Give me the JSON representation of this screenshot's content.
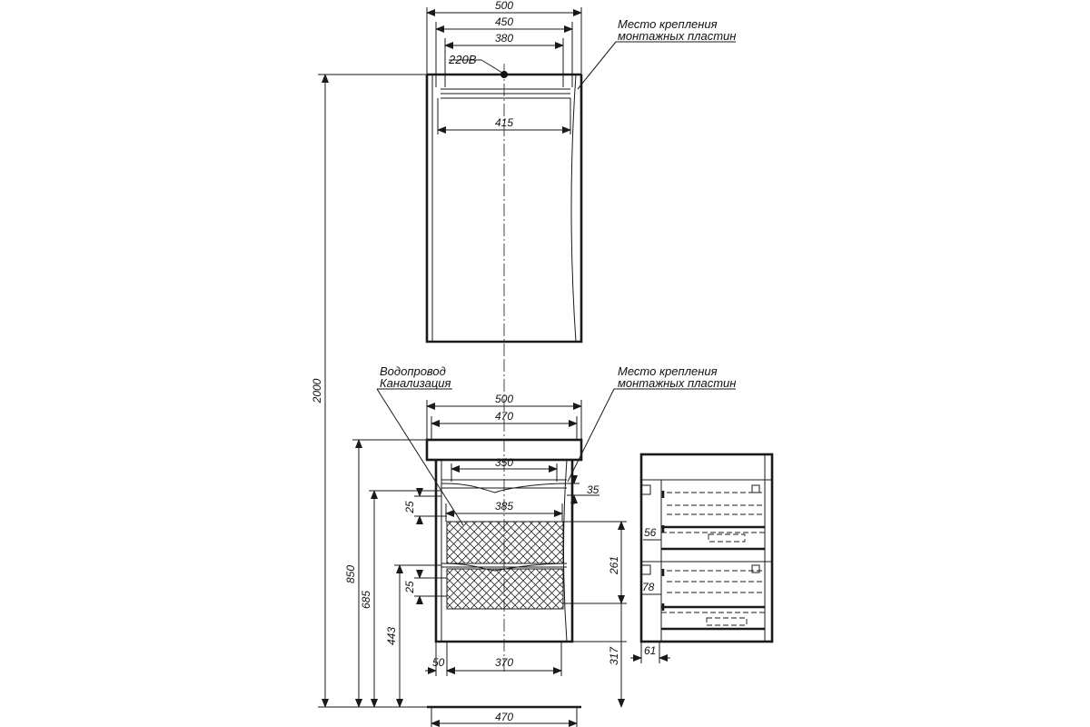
{
  "labels": {
    "power": "220В",
    "mount_top_1": "Место крепления",
    "mount_top_2": "монтажных пластин",
    "water_1": "Водопровод",
    "water_2": "Канализация",
    "mount_bottom_1": "Место крепления",
    "mount_bottom_2": "монтажных пластин"
  },
  "dimensions": {
    "wall_width_total": "500",
    "wall_width_inner": "450",
    "wall_mount_span": "380",
    "wall_inner_span": "415",
    "overall_height": "2000",
    "base_width_total": "500",
    "base_width_top": "470",
    "base_sink_width": "350",
    "base_inner_width": "385",
    "base_front_offset": "35",
    "gap_upper": "25",
    "gap_lower": "25",
    "height_850": "850",
    "height_685": "685",
    "height_443": "443",
    "drawer_height_261": "261",
    "leg_height_317": "317",
    "leg_offset_50": "50",
    "bottom_inner_370": "370",
    "bottom_width_470": "470",
    "side_56": "56",
    "side_78": "78",
    "side_61": "61"
  }
}
